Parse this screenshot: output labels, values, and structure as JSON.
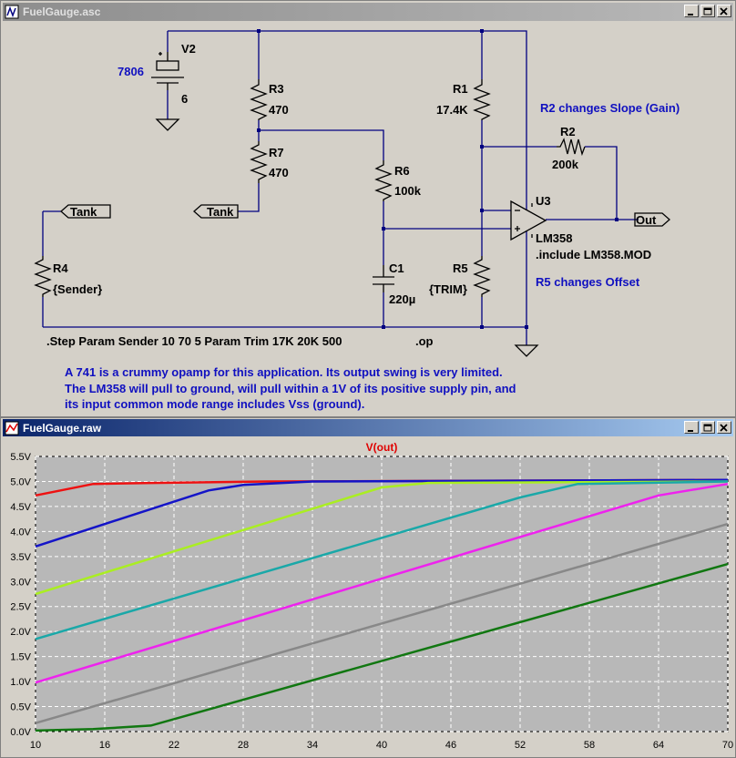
{
  "schematic_window": {
    "title": "FuelGauge.asc",
    "v2_name": "V2",
    "v2_model": "7806",
    "v2_value": "6",
    "r3_name": "R3",
    "r3_value": "470",
    "r7_name": "R7",
    "r7_value": "470",
    "r6_name": "R6",
    "r6_value": "100k",
    "r1_name": "R1",
    "r1_value": "17.4K",
    "r2_name": "R2",
    "r2_value": "200k",
    "r4_name": "R4",
    "r4_value": "{Sender}",
    "r5_name": "R5",
    "r5_value": "{TRIM}",
    "c1_name": "C1",
    "c1_value": "220µ",
    "u3_name": "U3",
    "u3_model": "LM358",
    "include_directive": ".include LM358.MOD",
    "tank_label_left": "Tank",
    "tank_label_mid": "Tank",
    "out_label": "Out",
    "note_r2": "R2 changes Slope (Gain)",
    "note_r5": "R5 changes Offset",
    "step_directive": ".Step Param Sender 10 70 5 Param Trim 17K 20K 500",
    "op_directive": ".op",
    "comment_line1": "A 741 is a crummy opamp for this application. Its output swing is very limited.",
    "comment_line2": "The LM358 will pull to ground, will pull within a 1V of its positive supply pin, and",
    "comment_line3": "its input common mode range includes Vss (ground).",
    "colors": {
      "wire": "#000080",
      "component": "#000000",
      "text_blue": "#1010c0"
    }
  },
  "plot_window": {
    "title": "FuelGauge.raw",
    "trace_label": "V(out)",
    "trace_label_color": "#e00000",
    "background": "#b8b8b8",
    "grid_color": "#ffffff"
  },
  "chart_data": {
    "type": "line",
    "title": "V(out)",
    "xlim": [
      10,
      70
    ],
    "ylim": [
      0,
      5.5
    ],
    "xticks": [
      "10",
      "16",
      "22",
      "28",
      "34",
      "40",
      "46",
      "52",
      "58",
      "64",
      "70"
    ],
    "yticks": [
      "0.0V",
      "0.5V",
      "1.0V",
      "1.5V",
      "2.0V",
      "2.5V",
      "3.0V",
      "3.5V",
      "4.0V",
      "4.5V",
      "5.0V",
      "5.5V"
    ],
    "grid": true,
    "series": [
      {
        "color": "#ee1111",
        "points": [
          [
            10,
            4.72
          ],
          [
            15,
            4.95
          ],
          [
            20,
            4.97
          ],
          [
            30,
            5.0
          ],
          [
            70,
            5.03
          ]
        ]
      },
      {
        "color": "#1414c8",
        "points": [
          [
            10,
            3.7
          ],
          [
            25,
            4.82
          ],
          [
            28,
            4.93
          ],
          [
            34,
            5.0
          ],
          [
            70,
            5.03
          ]
        ]
      },
      {
        "color": "#aaee22",
        "points": [
          [
            10,
            2.75
          ],
          [
            40,
            4.88
          ],
          [
            44,
            4.97
          ],
          [
            70,
            5.0
          ]
        ]
      },
      {
        "color": "#1aa8a8",
        "points": [
          [
            10,
            1.85
          ],
          [
            52,
            4.68
          ],
          [
            57,
            4.95
          ],
          [
            70,
            5.0
          ]
        ]
      },
      {
        "color": "#ee22ee",
        "points": [
          [
            10,
            0.98
          ],
          [
            64,
            4.72
          ],
          [
            70,
            4.95
          ]
        ]
      },
      {
        "color": "#888888",
        "points": [
          [
            10,
            0.17
          ],
          [
            70,
            4.15
          ]
        ]
      },
      {
        "color": "#117711",
        "points": [
          [
            10,
            0.02
          ],
          [
            15,
            0.05
          ],
          [
            20,
            0.12
          ],
          [
            70,
            3.35
          ]
        ]
      }
    ]
  }
}
